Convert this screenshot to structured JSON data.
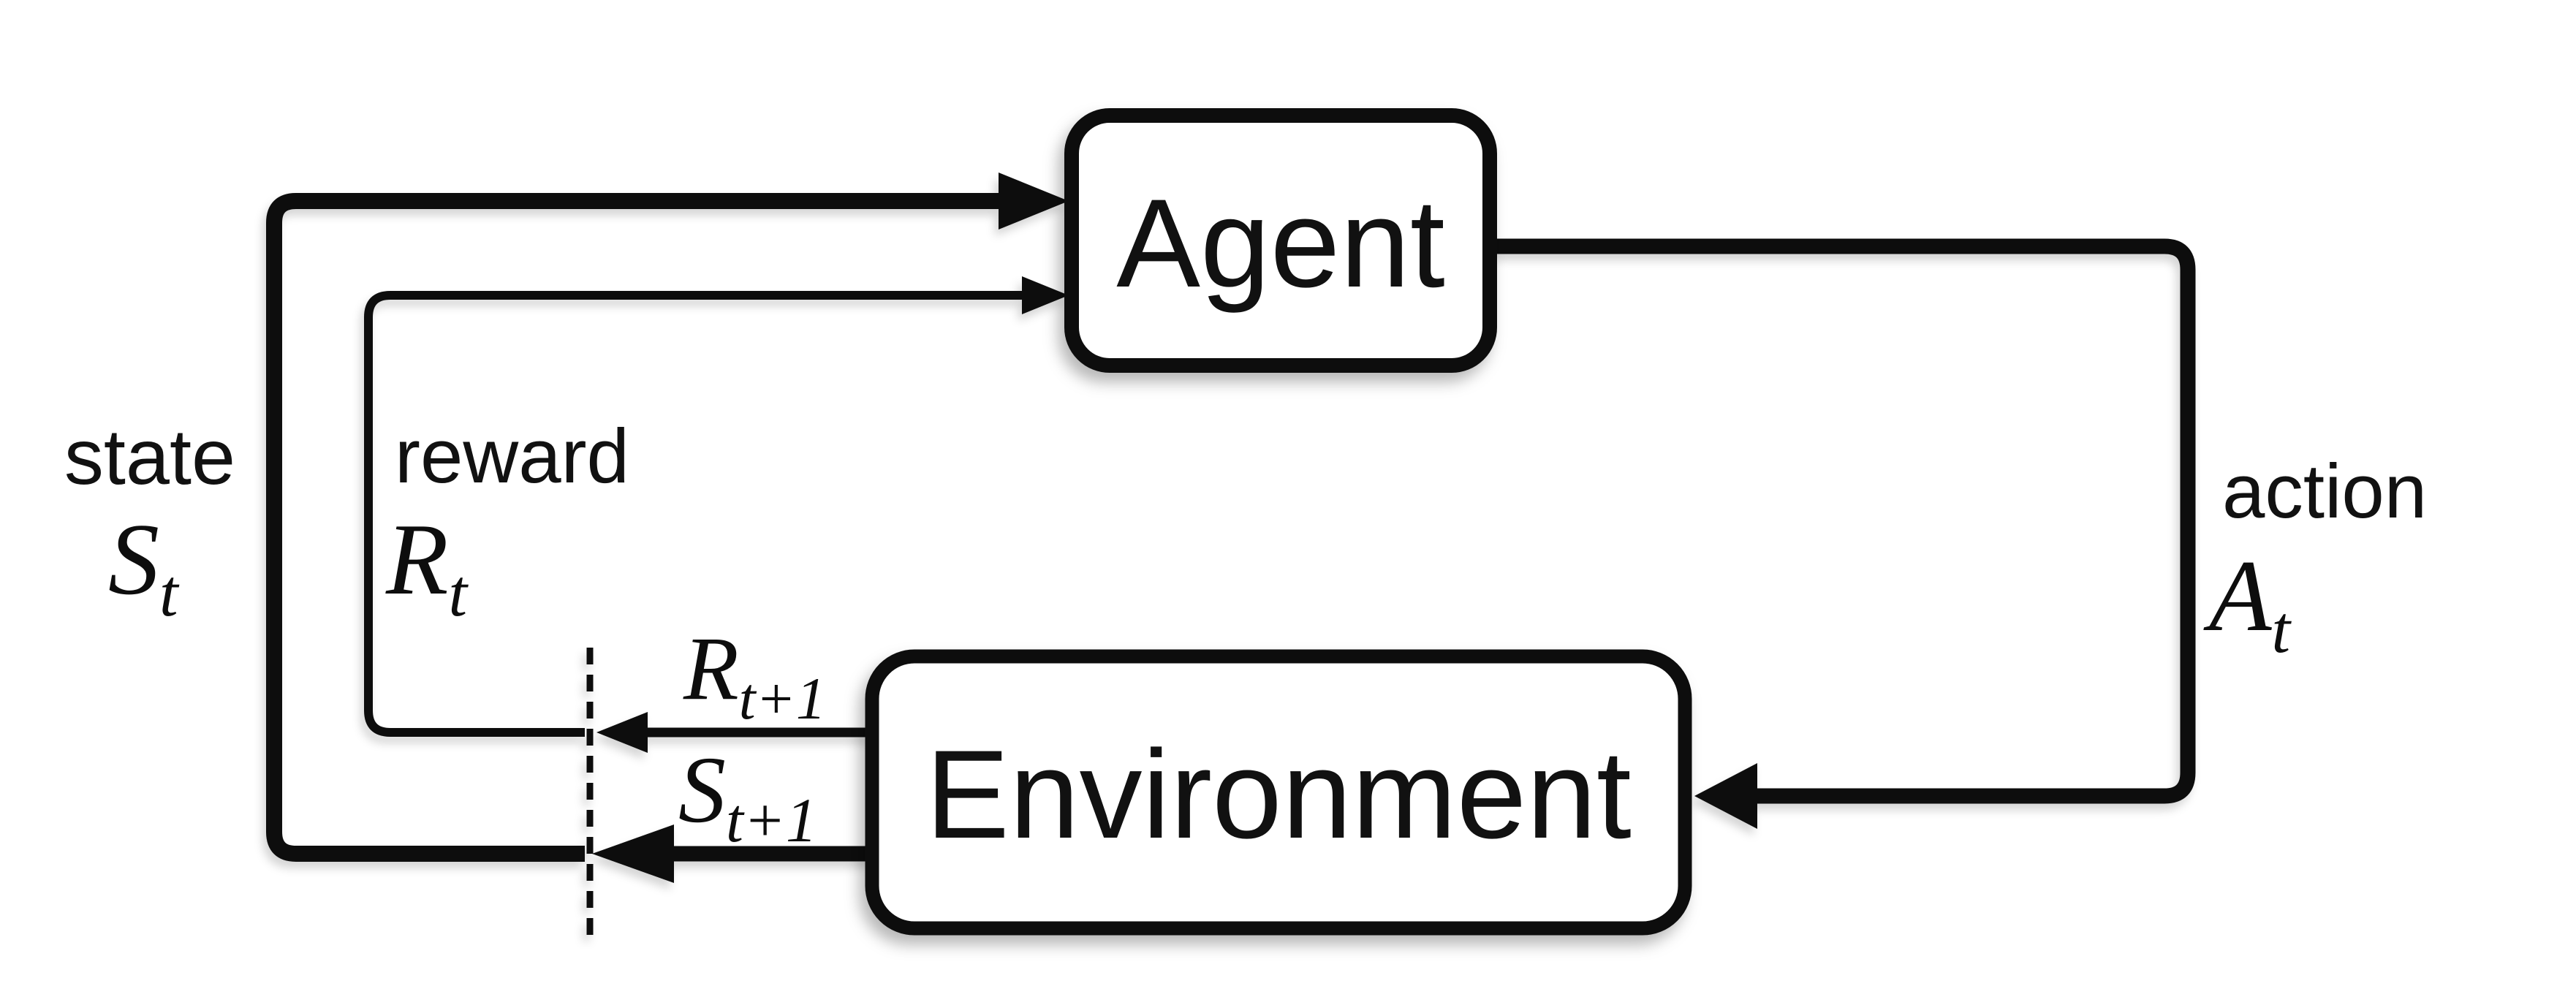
{
  "diagram": {
    "boxes": {
      "agent": {
        "label": "Agent"
      },
      "environment": {
        "label": "Environment"
      }
    },
    "flows": {
      "state": {
        "word": "state",
        "symbol": {
          "base": "S",
          "sub": "t"
        }
      },
      "reward": {
        "word": "reward",
        "symbol": {
          "base": "R",
          "sub": "t"
        }
      },
      "action": {
        "word": "action",
        "symbol": {
          "base": "A",
          "sub": "t"
        }
      },
      "next_reward": {
        "symbol": {
          "base": "R",
          "sub": "t+1"
        }
      },
      "next_state": {
        "symbol": {
          "base": "S",
          "sub": "t+1"
        }
      }
    },
    "colors": {
      "ink": "#0d0d0d",
      "box_fill": "#ffffff",
      "background": "#ffffff"
    }
  }
}
